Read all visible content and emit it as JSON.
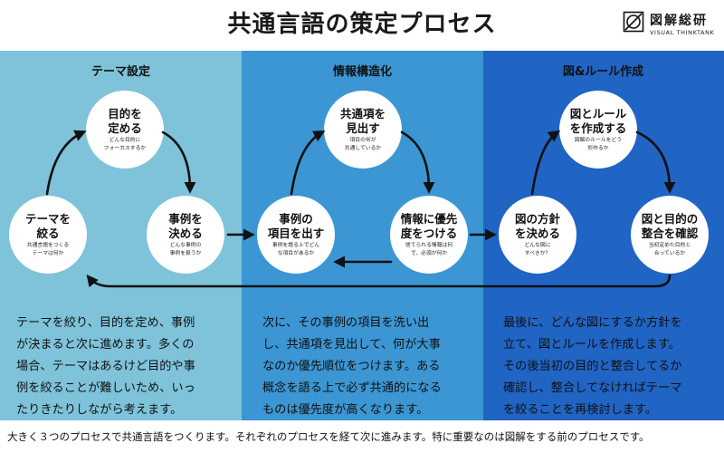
{
  "title": "共通言語の策定プロセス",
  "logo": {
    "main": "図解総研",
    "sub": "VISUAL THINKTANK"
  },
  "colors": {
    "panel1": "#7ec3da",
    "panel2": "#3b96d3",
    "panel3": "#2064c4",
    "arrow": "#111111"
  },
  "panels": [
    {
      "title": "テーマ設定",
      "steps": [
        {
          "title": "目的を\n定める",
          "sub": "どんな目的に\nフォーカスするか"
        },
        {
          "title": "事例を\n決める",
          "sub": "どんな事例の\n事例を扱うか"
        },
        {
          "title": "テーマを\n絞る",
          "sub": "共通言語をつくる\nテーマは何か"
        }
      ],
      "description": "テーマを絞り、目的を定め、事例\nが決まると次に進めます。多くの\n場合、テーマはあるけど目的や事\n例を絞ることが難しいため、いっ\nたりきたりしながら考えます。"
    },
    {
      "title": "情報構造化",
      "steps": [
        {
          "title": "共通項を\n見出す",
          "sub": "項目の何が\n共通しているか"
        },
        {
          "title": "情報に優先\n度をつける",
          "sub": "捨てられる情報は何\nで、必須が何か"
        },
        {
          "title": "事例の\n項目を出す",
          "sub": "事例を語る上でどん\nな項目があるか"
        }
      ],
      "description": "次に、その事例の項目を洗い出\nし、共通項を見出して、何が大事\nなのか優先順位をつけます。ある\n概念を語る上で必ず共通的になる\nものは優先度が高くなります。"
    },
    {
      "title": "図&ルール作成",
      "steps": [
        {
          "title": "図とルール\nを作成する",
          "sub": "図解のルールをどう\n形作るか"
        },
        {
          "title": "図と目的の\n整合を確認",
          "sub": "当初定めた目的と\n合っているか"
        },
        {
          "title": "図の方針\nを決める",
          "sub": "どんな図に\nすべきか？"
        }
      ],
      "description": "最後に、どんな図にするか方針を\n立て、図とルールを作成します。\nその後当初の目的と整合してるか\n確認し、整合してなければテーマ\nを絞ることを再検討します。"
    }
  ],
  "footer": "大きく３つのプロセスで共通言語をつくります。それぞれのプロセスを経て次に進みます。特に重要なのは図解をする前のプロセスです。"
}
